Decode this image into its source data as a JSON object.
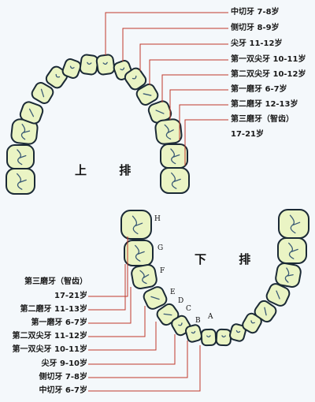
{
  "upper": {
    "title": "上 排",
    "labels": [
      "中切牙 7-8岁",
      "侧切牙 8-9岁",
      "尖牙 11-12岁",
      "第一双尖牙 10-11岁",
      "第二双尖牙 10-12岁",
      "第一磨牙 6-7岁",
      "第二磨牙 12-13岁",
      "第三磨牙（智齿）",
      "17-21岁"
    ]
  },
  "lower": {
    "title": "下 排",
    "labels": [
      "第三磨牙（智齿）",
      "17-21岁",
      "第二磨牙 11-13岁",
      "第一磨牙 6-7岁",
      "第二双尖牙 11-12岁",
      "第一双尖牙 10-11岁",
      "尖牙 9-10岁",
      "侧切牙 7-8岁",
      "中切牙 6-7岁"
    ],
    "letters": [
      "H",
      "G",
      "F",
      "E",
      "D",
      "C",
      "B",
      "A"
    ]
  },
  "colors": {
    "tooth_fill": "#eaf4c4",
    "tooth_stroke": "#1b2a36",
    "leader_line": "#c0392b"
  }
}
